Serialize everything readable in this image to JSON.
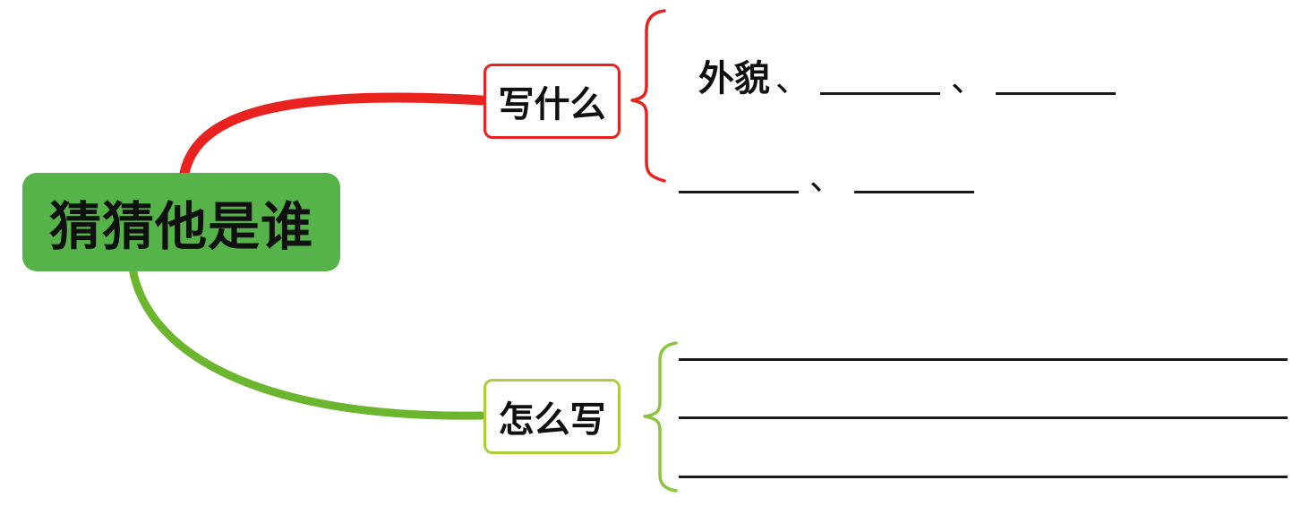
{
  "mindmap": {
    "root": {
      "label": "猜猜他是谁"
    },
    "what": {
      "label": "写什么",
      "line1": {
        "item": "外貌",
        "sep1": "、",
        "sep2": "、"
      },
      "line2": {
        "sep": "、"
      }
    },
    "how": {
      "label": "怎么写"
    }
  },
  "colors": {
    "root_fill": "#55b34a",
    "red": "#e8231f",
    "green_branch": "#6cb52f",
    "how_border": "#aacf3a",
    "brace_green": "#8cc63f",
    "line_color": "#1a1a1a"
  }
}
